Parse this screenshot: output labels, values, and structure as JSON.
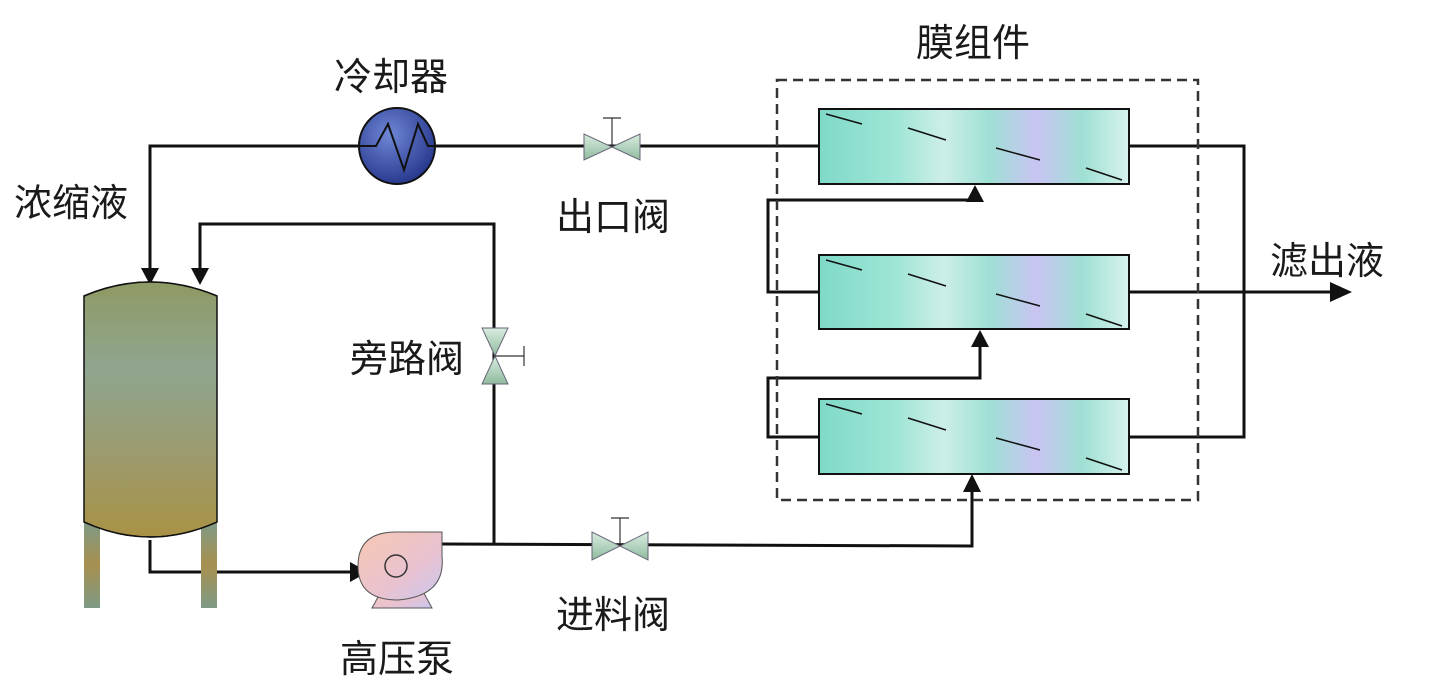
{
  "labels": {
    "concentrate": "浓缩液",
    "cooler": "冷却器",
    "outlet_valve": "出口阀",
    "membrane_module": "膜组件",
    "filtrate": "滤出液",
    "bypass_valve": "旁路阀",
    "feed_valve": "进料阀",
    "high_pressure_pump": "高压泵"
  },
  "colors": {
    "pipe": "#111111",
    "membrane_fill": "#8fe0cf",
    "membrane_highlight": "#c7c3f2",
    "tank_top": "#9aa06a",
    "tank_bottom": "#a6954a",
    "cooler_fill": "#3a4fa6",
    "valve_fill": "#a9cdb7",
    "pump_fill": "#f2c3b0",
    "module_border": "#333333"
  }
}
